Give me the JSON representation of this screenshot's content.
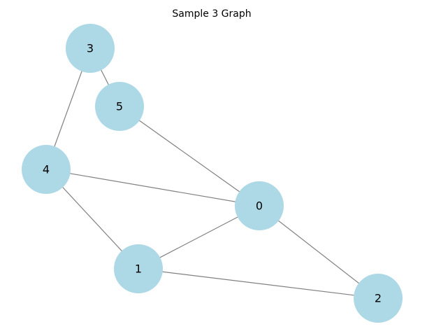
{
  "title": "Sample 3 Graph",
  "colors": {
    "node_fill": "#add8e6",
    "edge_stroke": "#808080",
    "label": "#000000",
    "background": "#ffffff"
  },
  "nodes": [
    {
      "id": "0",
      "label": "0"
    },
    {
      "id": "1",
      "label": "1"
    },
    {
      "id": "2",
      "label": "2"
    },
    {
      "id": "3",
      "label": "3"
    },
    {
      "id": "4",
      "label": "4"
    },
    {
      "id": "5",
      "label": "5"
    }
  ],
  "edges": [
    {
      "source": "0",
      "target": "5"
    },
    {
      "source": "0",
      "target": "4"
    },
    {
      "source": "0",
      "target": "1"
    },
    {
      "source": "0",
      "target": "2"
    },
    {
      "source": "1",
      "target": "2"
    },
    {
      "source": "1",
      "target": "4"
    },
    {
      "source": "4",
      "target": "3"
    },
    {
      "source": "3",
      "target": "5"
    }
  ]
}
